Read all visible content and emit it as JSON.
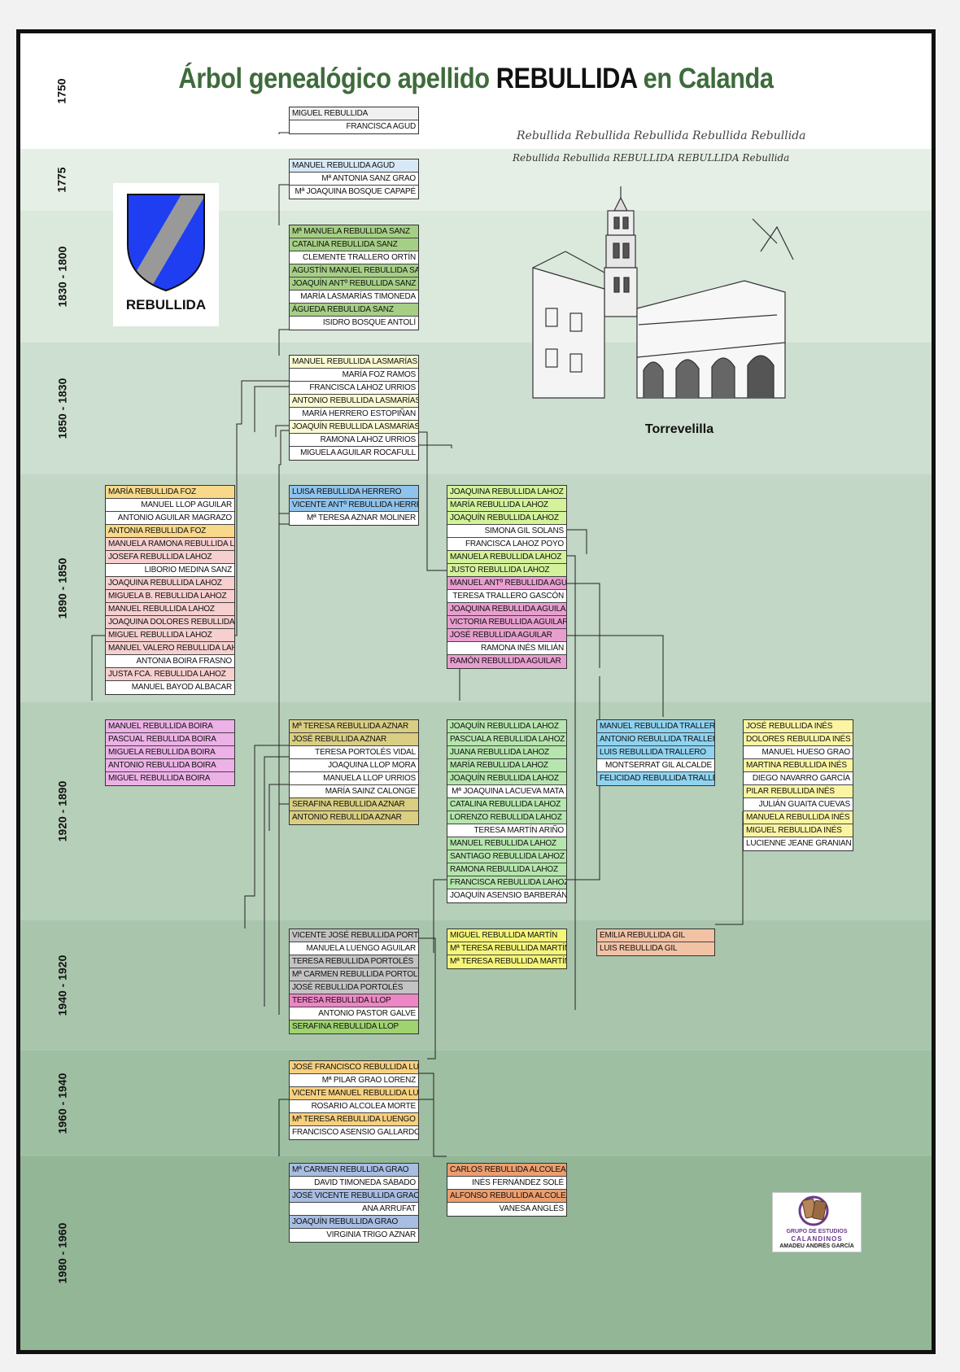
{
  "title": {
    "main": "Árbol genealógico apellido",
    "surname": "REBULLIDA",
    "place": "en Calanda"
  },
  "shield": {
    "label": "REBULLIDA",
    "colors": {
      "field": "#1f3ef2",
      "bend": "#999999"
    }
  },
  "signatures": {
    "line1": "Rebullida  Rebullida  Rebullida  Rebullida  Rebullida",
    "line2": "Rebullida  Rebullida  REBULLIDA  REBULLIDA  Rebullida"
  },
  "church": {
    "caption": "Torrevelilla"
  },
  "logo": {
    "line1": "GRUPO DE ESTUDIOS",
    "line2": "CALANDINOS",
    "line3": "AMADEU ANDRÉS GARCÍA"
  },
  "generations": [
    {
      "label": "1750",
      "color": "#ffffff"
    },
    {
      "label": "1775",
      "color": "#e6efe6"
    },
    {
      "label": "1830 - 1800",
      "color": "#dbe8dc"
    },
    {
      "label": "1850 - 1830",
      "color": "#cddfd0"
    },
    {
      "label": "1890 - 1850",
      "color": "#c2d7c5"
    },
    {
      "label": "1920 - 1890",
      "color": "#b6cfb9"
    },
    {
      "label": "1940 - 1920",
      "color": "#a9c6ad"
    },
    {
      "label": "1960 - 1940",
      "color": "#9ebfa2"
    },
    {
      "label": "1980 - 1960",
      "color": "#93b697"
    }
  ],
  "families": [
    {
      "rows": [
        [
          "MIGUEL REBULLIDA",
          "#f0f0f0"
        ],
        [
          "FRANCISCA AGUD",
          "s"
        ]
      ]
    },
    {
      "rows": [
        [
          "MANUEL REBULLIDA AGUD",
          "#d7e9f7"
        ],
        [
          "Mª ANTONIA SANZ GRAO",
          "s"
        ],
        [
          "Mª JOAQUINA BOSQUE CAPAPÉ",
          "s"
        ]
      ]
    },
    {
      "rows": [
        [
          "Mª MANUELA REBULLIDA SANZ",
          "#a6cf86"
        ],
        [
          "CATALINA REBULLIDA SANZ",
          "#a6cf86"
        ],
        [
          "CLEMENTE TRALLERO ORTÍN",
          "s"
        ],
        [
          "AGUSTÍN MANUEL REBULLIDA SANZ",
          "#a6cf86"
        ],
        [
          "JOAQUÍN ANTº REBULLIDA SANZ",
          "#a6cf86"
        ],
        [
          "MARÍA LASMARÍAS TIMONEDA",
          "s"
        ],
        [
          "ÁGUEDA REBULLIDA SANZ",
          "#a6cf86"
        ],
        [
          "ISIDRO BOSQUE ANTOLÍ",
          "s"
        ]
      ]
    },
    {
      "rows": [
        [
          "MANUEL REBULLIDA LASMARÍAS",
          "#fafad2"
        ],
        [
          "MARÍA FOZ RAMOS",
          "s"
        ],
        [
          "FRANCISCA LAHOZ URRIOS",
          "s"
        ],
        [
          "ANTONIO REBULLIDA LASMARÍAS",
          "#fafad2"
        ],
        [
          "MARÍA HERRERO ESTOPIÑAN",
          "s"
        ],
        [
          "JOAQUÍN REBULLIDA LASMARÍAS",
          "#fafad2"
        ],
        [
          "RAMONA LAHOZ URRIOS",
          "s"
        ],
        [
          "MIGUELA AGUILAR ROCAFULL",
          "s"
        ]
      ]
    },
    {
      "rows": [
        [
          "MARÍA REBULLIDA FOZ",
          "#f8d98a"
        ],
        [
          "MANUEL LLOP AGUILAR",
          "s"
        ],
        [
          "ANTONIO AGUILAR MAGRAZO",
          "s"
        ],
        [
          "ANTONIA REBULLIDA FOZ",
          "#f8d98a"
        ],
        [
          "MANUELA RAMONA REBULLIDA LAHOZ",
          "#f6cfcf"
        ],
        [
          "JOSEFA REBULLIDA LAHOZ",
          "#f6cfcf"
        ],
        [
          "LIBORIO MEDINA SANZ",
          "s"
        ],
        [
          "JOAQUINA REBULLIDA LAHOZ",
          "#f6cfcf"
        ],
        [
          "MIGUELA B. REBULLIDA LAHOZ",
          "#f6cfcf"
        ],
        [
          "MANUEL REBULLIDA LAHOZ",
          "#f6cfcf"
        ],
        [
          "JOAQUINA DOLORES REBULLIDA LAHOZ",
          "#f6cfcf"
        ],
        [
          "MIGUEL REBULLIDA LAHOZ",
          "#f6cfcf"
        ],
        [
          "MANUEL VALERO REBULLIDA LAHOZ",
          "#f6cfcf"
        ],
        [
          "ANTONIA BOIRA FRASNO",
          "s"
        ],
        [
          "JUSTA FCA. REBULLIDA LAHOZ",
          "#f6cfcf"
        ],
        [
          "MANUEL BAYOD ALBACAR",
          "s"
        ]
      ]
    },
    {
      "rows": [
        [
          "LUISA REBULLIDA HERRERO",
          "#8fc3ec"
        ],
        [
          "VICENTE ANTº REBULLIDA HERRERO",
          "#8fc3ec"
        ],
        [
          "Mª TERESA AZNAR MOLINER",
          "s"
        ]
      ]
    },
    {
      "rows": [
        [
          "JOAQUINA REBULLIDA LAHOZ",
          "#d3f29a"
        ],
        [
          "MARÍA REBULLIDA LAHOZ",
          "#d3f29a"
        ],
        [
          "JOAQUÍN REBULLIDA LAHOZ",
          "#d3f29a"
        ],
        [
          "SIMONA GIL SOLANS",
          "s"
        ],
        [
          "FRANCISCA LAHOZ POYO",
          "s"
        ],
        [
          "MANUELA REBULLIDA LAHOZ",
          "#d3f29a"
        ],
        [
          "JUSTO REBULLIDA LAHOZ",
          "#d3f29a"
        ],
        [
          "MANUEL ANTº REBULLIDA AGUILAR",
          "#e89fcf"
        ],
        [
          "TERESA TRALLERO GASCÓN",
          "s"
        ],
        [
          "JOAQUINA REBULLIDA AGUILAR",
          "#e89fcf"
        ],
        [
          "VICTORIA REBULLIDA AGUILAR",
          "#e89fcf"
        ],
        [
          "JOSÉ REBULLIDA AGUILAR",
          "#e89fcf"
        ],
        [
          "RAMONA INÉS MILIÁN",
          "s"
        ],
        [
          "RAMÓN REBULLIDA AGUILAR",
          "#e89fcf"
        ]
      ]
    },
    {
      "rows": [
        [
          "MANUEL REBULLIDA BOIRA",
          "#ecb1e6"
        ],
        [
          "PASCUAL REBULLIDA BOIRA",
          "#ecb1e6"
        ],
        [
          "MIGUELA REBULLIDA BOIRA",
          "#ecb1e6"
        ],
        [
          "ANTONIO REBULLIDA BOIRA",
          "#ecb1e6"
        ],
        [
          "MIGUEL REBULLIDA BOIRA",
          "#ecb1e6"
        ]
      ]
    },
    {
      "rows": [
        [
          "Mª TERESA REBULLIDA AZNAR",
          "#d9ce82"
        ],
        [
          "JOSÉ REBULLIDA AZNAR",
          "#d9ce82"
        ],
        [
          "TERESA PORTOLÉS VIDAL",
          "s"
        ],
        [
          "JOAQUINA LLOP MORA",
          "s"
        ],
        [
          "MANUELA LLOP URRIOS",
          "s"
        ],
        [
          "MARÍA SAINZ CALONGE",
          "s"
        ],
        [
          "SERAFINA REBULLIDA AZNAR",
          "#d9ce82"
        ],
        [
          "ANTONIO REBULLIDA AZNAR",
          "#d9ce82"
        ]
      ]
    },
    {
      "rows": [
        [
          "JOAQUÍN REBULLIDA LAHOZ",
          "#b6e5ae"
        ],
        [
          "PASCUALA REBULLIDA LAHOZ",
          "#b6e5ae"
        ],
        [
          "JUANA REBULLIDA LAHOZ",
          "#b6e5ae"
        ],
        [
          "MARÍA REBULLIDA LAHOZ",
          "#b6e5ae"
        ],
        [
          "JOAQUÍN REBULLIDA LAHOZ",
          "#b6e5ae"
        ],
        [
          "Mª JOAQUINA LACUEVA MATA",
          "s"
        ],
        [
          "CATALINA REBULLIDA LAHOZ",
          "#b6e5ae"
        ],
        [
          "LORENZO REBULLIDA LAHOZ",
          "#b6e5ae"
        ],
        [
          "TERESA MARTÍN ARIÑO",
          "s"
        ],
        [
          "MANUEL REBULLIDA LAHOZ",
          "#b6e5ae"
        ],
        [
          "SANTIAGO REBULLIDA LAHOZ",
          "#b6e5ae"
        ],
        [
          "RAMONA REBULLIDA LAHOZ",
          "#b6e5ae"
        ],
        [
          "FRANCISCA REBULLIDA LAHOZ",
          "#b6e5ae"
        ],
        [
          "JOAQUÍN ASENSIO BARBERÁN",
          "s"
        ]
      ]
    },
    {
      "rows": [
        [
          "MANUEL REBULLIDA TRALLERO",
          "#8fd3f0"
        ],
        [
          "ANTONIO REBULLIDA TRALLERO",
          "#8fd3f0"
        ],
        [
          "LUIS REBULLIDA TRALLERO",
          "#8fd3f0"
        ],
        [
          "MONTSERRAT GIL ALCALDE",
          "s"
        ],
        [
          "FELICIDAD REBULLIDA TRALLERO",
          "#8fd3f0"
        ]
      ]
    },
    {
      "rows": [
        [
          "JOSÉ REBULLIDA INÉS",
          "#fbf5a3"
        ],
        [
          "DOLORES REBULLIDA INÉS",
          "#fbf5a3"
        ],
        [
          "MANUEL HUESO GRAO",
          "s"
        ],
        [
          "MARTINA REBULLIDA INÉS",
          "#fbf5a3"
        ],
        [
          "DIEGO NAVARRO GARCÍA",
          "s"
        ],
        [
          "PILAR REBULLIDA INÉS",
          "#fbf5a3"
        ],
        [
          "JULIÁN GUAITA CUEVAS",
          "s"
        ],
        [
          "MANUELA REBULLIDA INÉS",
          "#fbf5a3"
        ],
        [
          "MIGUEL REBULLIDA INÉS",
          "#fbf5a3"
        ],
        [
          "LUCIENNE JEANE GRANIAN",
          "s"
        ]
      ]
    },
    {
      "rows": [
        [
          "VICENTE JOSÉ REBULLIDA PORTOLÉS",
          "#c3c3c3"
        ],
        [
          "MANUELA LUENGO AGUILAR",
          "s"
        ],
        [
          "TERESA REBULLIDA PORTOLÉS",
          "#c3c3c3"
        ],
        [
          "Mª CARMEN REBULLIDA PORTOLÉS",
          "#c3c3c3"
        ],
        [
          "JOSÉ REBULLIDA PORTOLÉS",
          "#c3c3c3"
        ],
        [
          "TERESA REBULLIDA LLOP",
          "#ec86c4"
        ],
        [
          "ANTONIO PASTOR GALVE",
          "s"
        ],
        [
          "SERAFINA REBULLIDA LLOP",
          "#9fd36f"
        ]
      ]
    },
    {
      "rows": [
        [
          "MIGUEL REBULLIDA MARTÍN",
          "#f5f57a"
        ],
        [
          "Mª TERESA REBULLIDA MARTÍN",
          "#f5f57a"
        ],
        [
          "Mª TERESA REBULLIDA MARTÍN",
          "#f5f57a"
        ]
      ]
    },
    {
      "rows": [
        [
          "EMILIA REBULLIDA GIL",
          "#f2c2a5"
        ],
        [
          "LUIS REBULLIDA GIL",
          "#f2c2a5"
        ]
      ]
    },
    {
      "rows": [
        [
          "JOSÉ FRANCISCO REBULLIDA LUENGO",
          "#f7d07e"
        ],
        [
          "Mª PILAR GRAO LORENZ",
          "s"
        ],
        [
          "VICENTE MANUEL REBULLIDA LUENGO",
          "#f7d07e"
        ],
        [
          "ROSARIO ALCOLEA MORTE",
          "s"
        ],
        [
          "Mª TERESA REBULLIDA LUENGO",
          "#f7d07e"
        ],
        [
          "FRANCISCO ASENSIO GALLARDO",
          "s"
        ]
      ]
    },
    {
      "rows": [
        [
          "Mª CARMEN REBULLIDA GRAO",
          "#a7bde2"
        ],
        [
          "DAVID TIMONEDA SÁBADO",
          "s"
        ],
        [
          "JOSÉ VICENTE REBULLIDA GRAO",
          "#a7bde2"
        ],
        [
          "ANA ARRUFAT",
          "s"
        ],
        [
          "JOAQUÍN REBULLIDA GRAO",
          "#a7bde2"
        ],
        [
          "VIRGINIA TRIGO AZNAR",
          "s"
        ]
      ]
    },
    {
      "rows": [
        [
          "CARLOS REBULLIDA ALCOLEA",
          "#ec9e6e"
        ],
        [
          "INÉS FERNÁNDEZ SOLÉ",
          "s"
        ],
        [
          "ALFONSO REBULLIDA ALCOLEA",
          "#ec9e6e"
        ],
        [
          "VANESA ANGLÉS",
          "s"
        ]
      ]
    }
  ]
}
